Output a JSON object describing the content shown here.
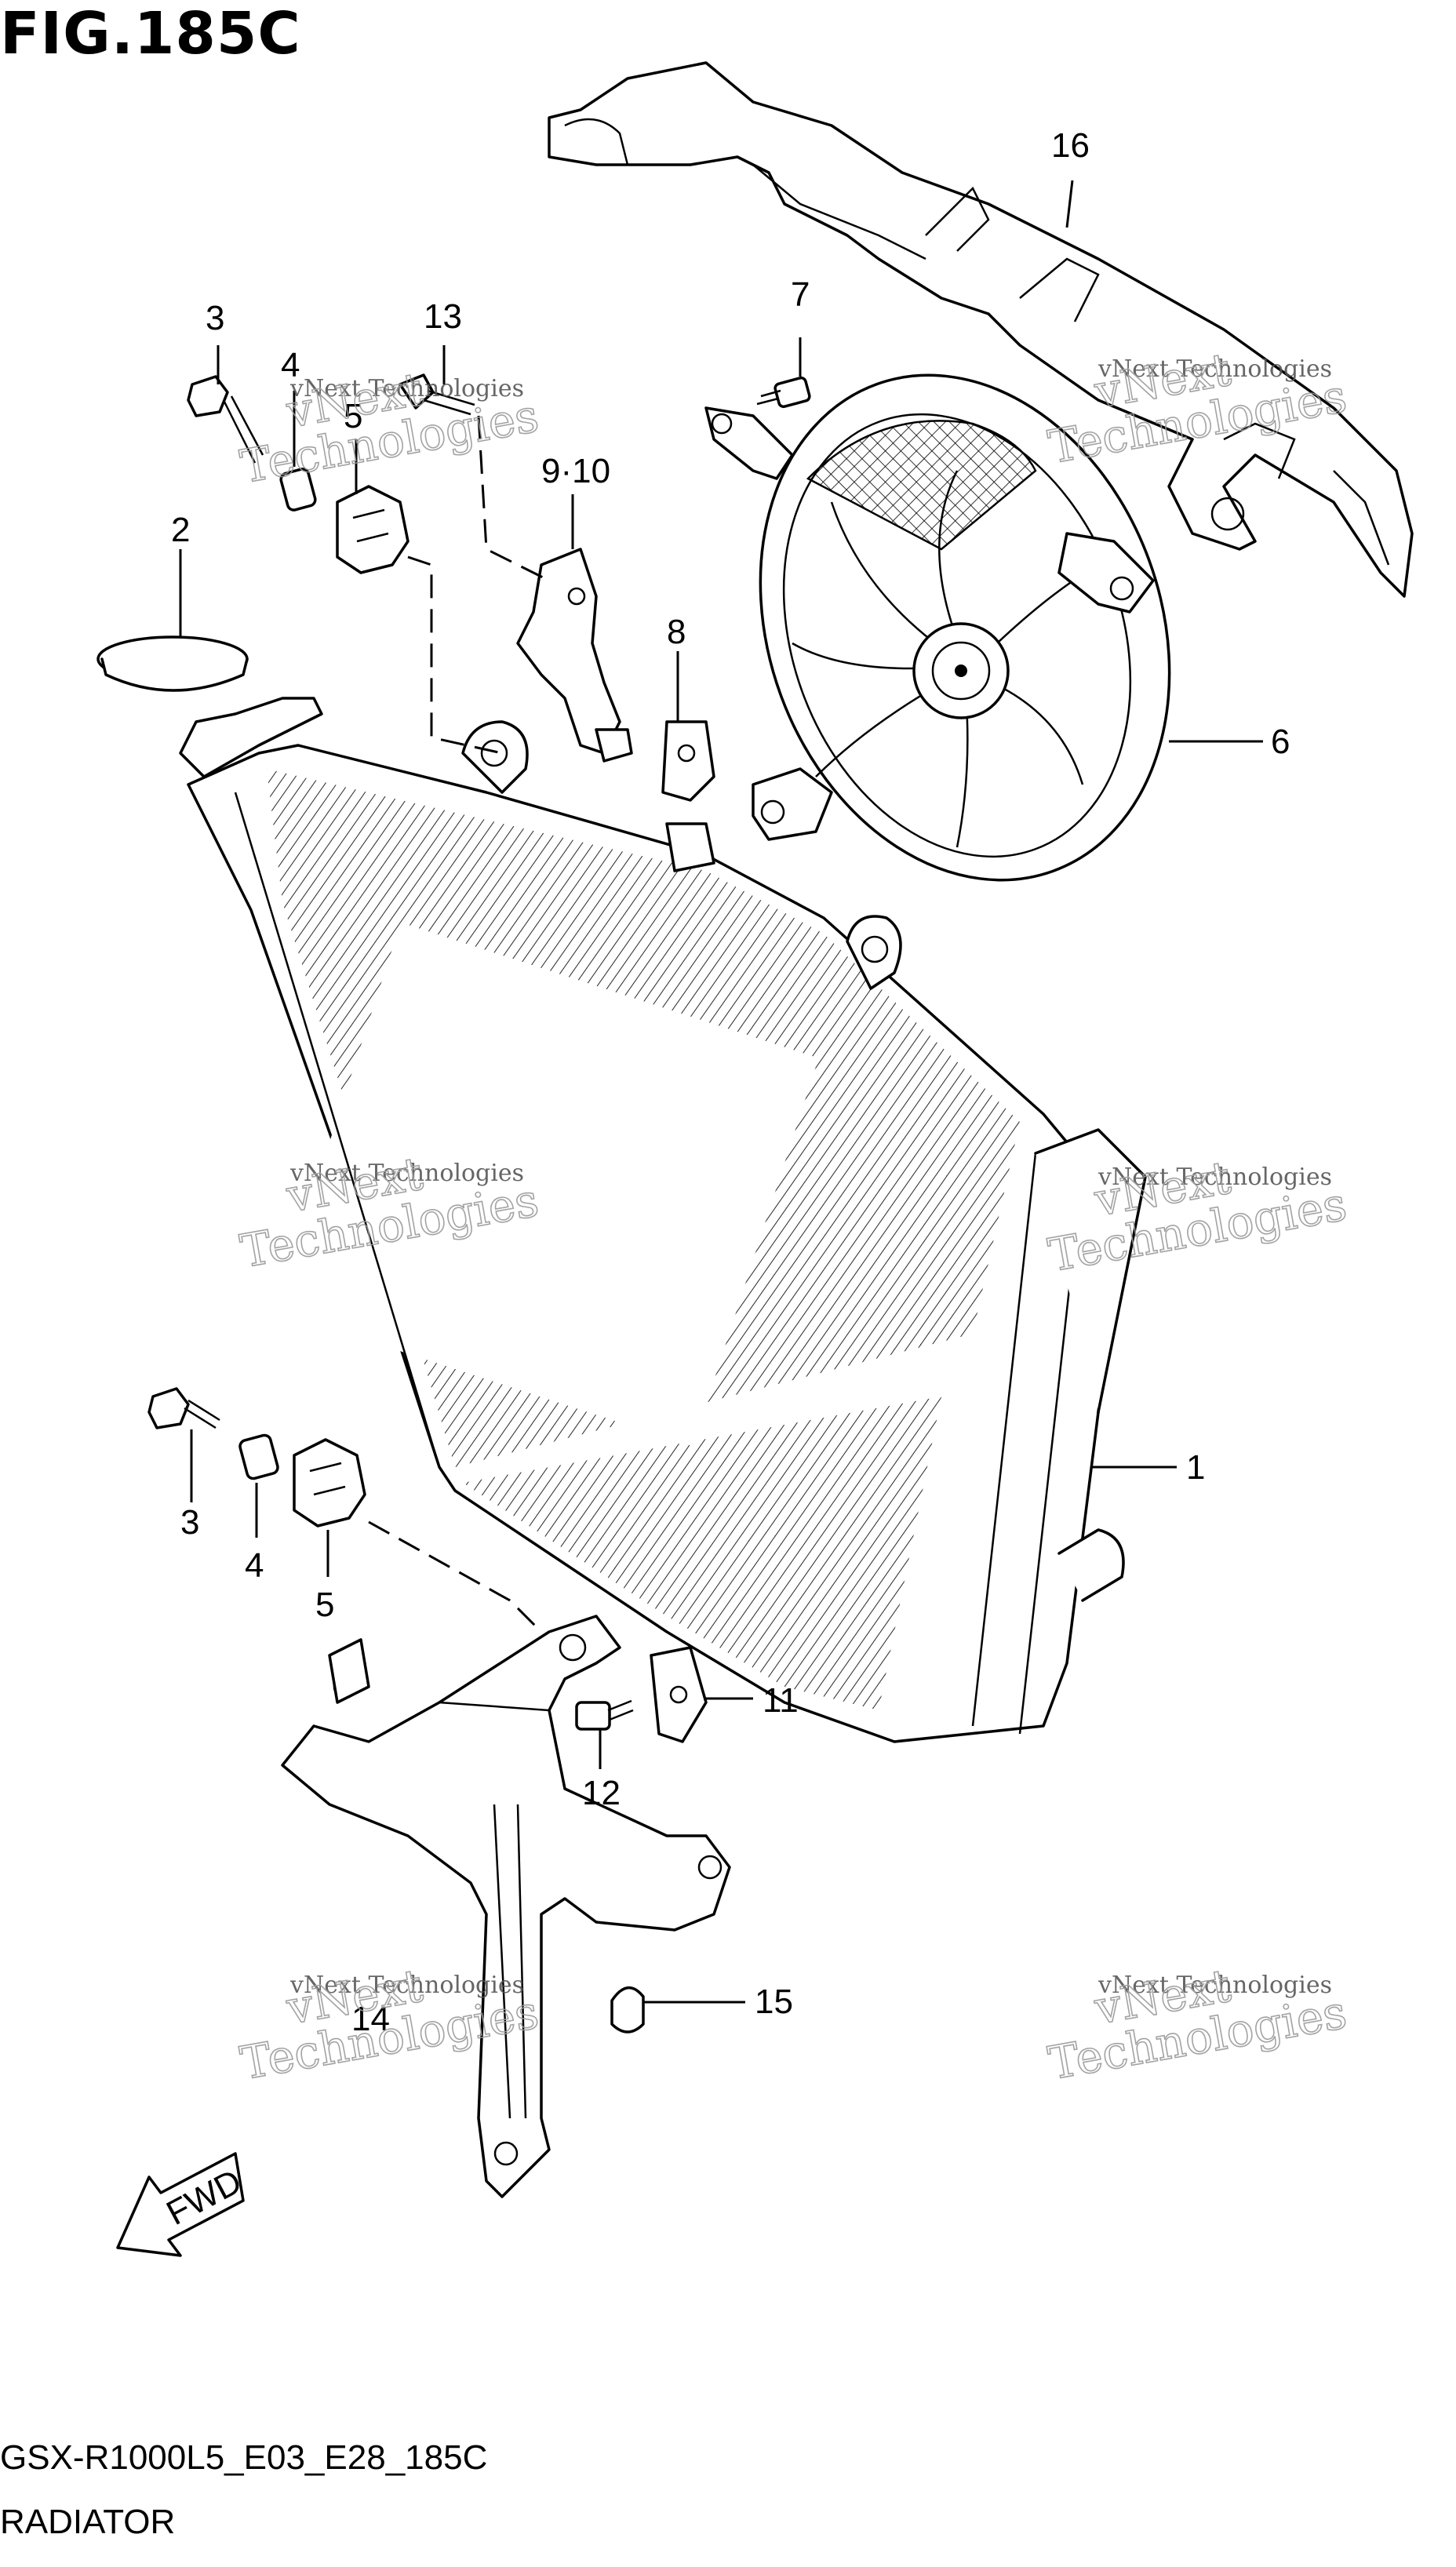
{
  "figure": {
    "title": "FIG.185C",
    "code": "GSX-R1000L5_E03_E28_185C",
    "caption": "RADIATOR"
  },
  "fwd_label": "FWD",
  "watermark": {
    "line1": "vNext Technologies",
    "line2": "vNext\nTechnologies"
  },
  "callouts": [
    {
      "id": "c16",
      "label": "16"
    },
    {
      "id": "c7",
      "label": "7"
    },
    {
      "id": "c3a",
      "label": "3"
    },
    {
      "id": "c4a",
      "label": "4"
    },
    {
      "id": "c13",
      "label": "13"
    },
    {
      "id": "c5a",
      "label": "5"
    },
    {
      "id": "c910",
      "label": "9·10"
    },
    {
      "id": "c2",
      "label": "2"
    },
    {
      "id": "c8",
      "label": "8"
    },
    {
      "id": "c6",
      "label": "6"
    },
    {
      "id": "c1",
      "label": "1"
    },
    {
      "id": "c3b",
      "label": "3"
    },
    {
      "id": "c4b",
      "label": "4"
    },
    {
      "id": "c5b",
      "label": "5"
    },
    {
      "id": "c11",
      "label": "11"
    },
    {
      "id": "c12",
      "label": "12"
    },
    {
      "id": "c14",
      "label": "14"
    },
    {
      "id": "c15",
      "label": "15"
    }
  ]
}
